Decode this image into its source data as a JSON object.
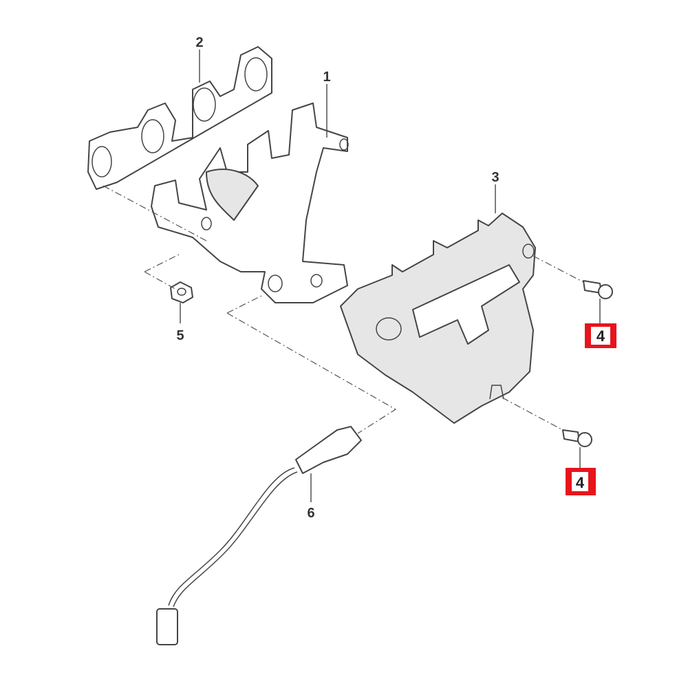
{
  "diagram": {
    "callouts": [
      {
        "id": "1",
        "label": "1",
        "part": "exhaust-manifold"
      },
      {
        "id": "2",
        "label": "2",
        "part": "manifold-gasket"
      },
      {
        "id": "3",
        "label": "3",
        "part": "heat-shield"
      },
      {
        "id": "4a",
        "label": "4",
        "part": "bolt",
        "highlighted": true
      },
      {
        "id": "4b",
        "label": "4",
        "part": "bolt",
        "highlighted": true
      },
      {
        "id": "5",
        "label": "5",
        "part": "nut"
      },
      {
        "id": "6",
        "label": "6",
        "part": "oxygen-sensor"
      }
    ],
    "highlight_color": "#e8141c"
  }
}
